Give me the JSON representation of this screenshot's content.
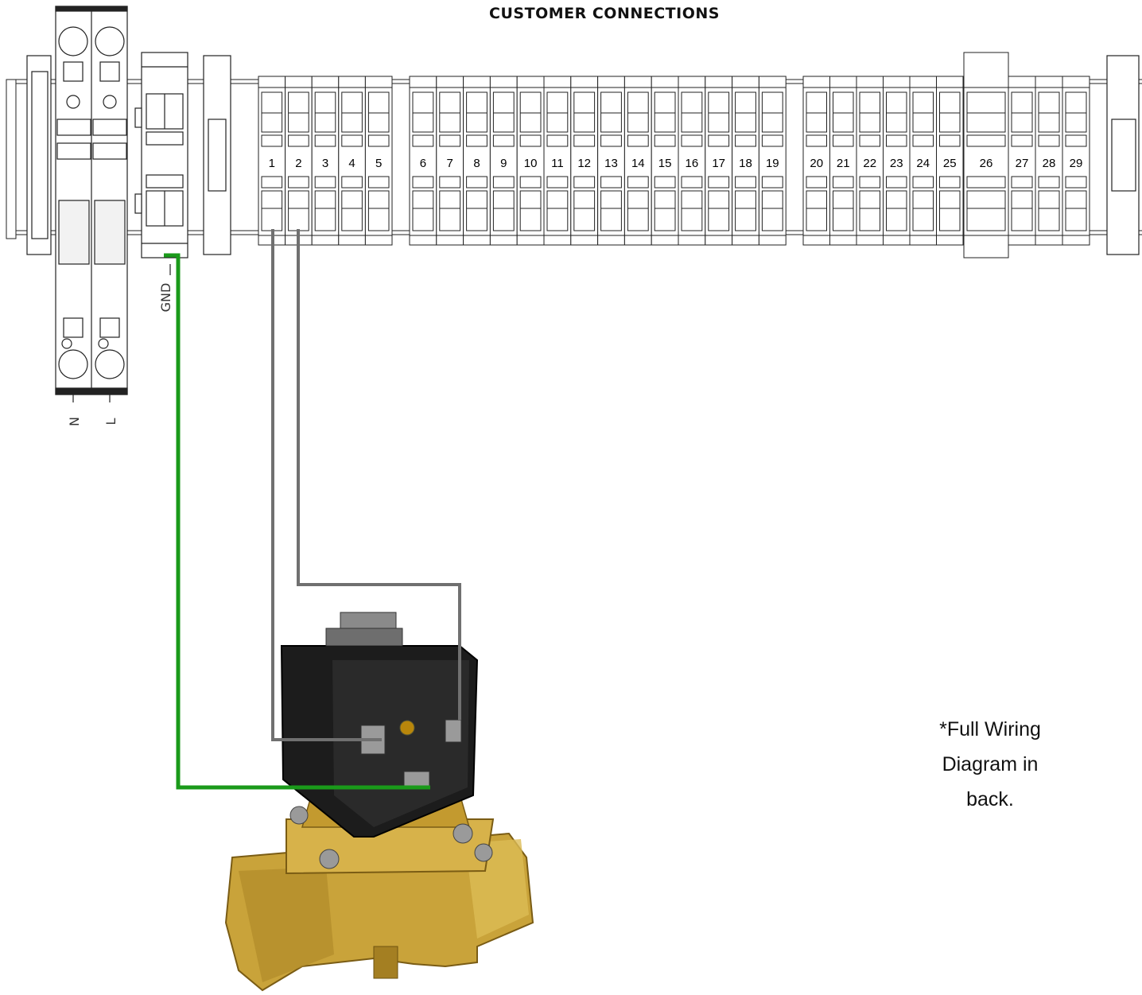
{
  "title": "CUSTOMER CONNECTIONS",
  "terminals": [
    "1",
    "2",
    "3",
    "4",
    "5",
    "6",
    "7",
    "8",
    "9",
    "10",
    "11",
    "12",
    "13",
    "14",
    "15",
    "16",
    "17",
    "18",
    "19",
    "20",
    "21",
    "22",
    "23",
    "24",
    "25",
    "26",
    "27",
    "28",
    "29"
  ],
  "power_labels": {
    "neutral": "N",
    "line": "L",
    "ground": "GND"
  },
  "note_lines": [
    "*Full Wiring",
    "Diagram in",
    "back."
  ],
  "colors": {
    "ground_wire": "#1a9a1a",
    "signal_wire": "#707070",
    "brass": "#c9a33a",
    "coil": "#1c1c1c"
  }
}
